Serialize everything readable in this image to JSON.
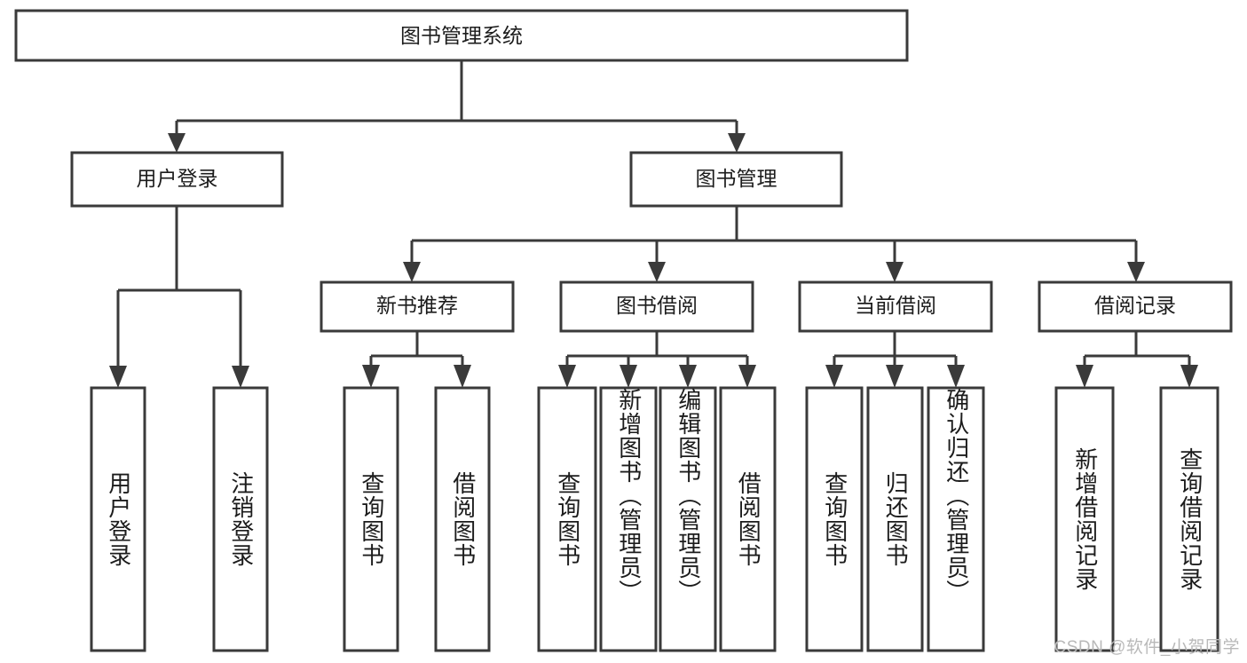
{
  "diagram": {
    "title": "图书管理系统",
    "type": "tree-hierarchy-diagram",
    "watermark": "CSDN @软件_小贺同学",
    "colors": {
      "box_fill": "#ffffff",
      "box_stroke": "#3a3a3a",
      "connector": "#3a3a3a",
      "text": "#1c1c1c",
      "background": "#ffffff",
      "watermark": "#b9b9b9"
    },
    "root": {
      "label": "图书管理系统"
    },
    "level2": [
      {
        "label": "用户登录"
      },
      {
        "label": "图书管理"
      }
    ],
    "level3": [
      {
        "label": "新书推荐"
      },
      {
        "label": "图书借阅"
      },
      {
        "label": "当前借阅"
      },
      {
        "label": "借阅记录"
      }
    ],
    "leaves": {
      "user_login": [
        {
          "label": "用户登录"
        },
        {
          "label": "注销登录"
        }
      ],
      "new_book_recommend": [
        {
          "label": "查询图书"
        },
        {
          "label": "借阅图书"
        }
      ],
      "book_borrow": [
        {
          "label": "查询图书"
        },
        {
          "label": "新增图书（管理员）"
        },
        {
          "label": "编辑图书（管理员）"
        },
        {
          "label": "借阅图书"
        }
      ],
      "current_borrow": [
        {
          "label": "查询图书"
        },
        {
          "label": "归还图书"
        },
        {
          "label": "确认归还（管理员）"
        }
      ],
      "borrow_record": [
        {
          "label": "新增借阅记录"
        },
        {
          "label": "查询借阅记录"
        }
      ]
    }
  }
}
